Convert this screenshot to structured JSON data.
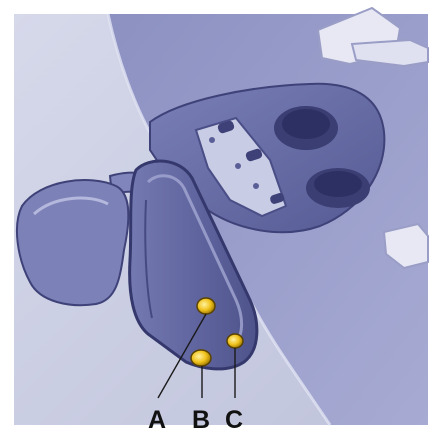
{
  "colors": {
    "background": "#ffffff",
    "windshield": "#c7cbe0",
    "pillar": "#8a8fbf",
    "console": "#5f659e",
    "mirror": "#6f74ad",
    "highlight": "#d8dbf2",
    "indicator": "#f0c21c",
    "callout_line": "#1a1a1a"
  },
  "icons": [
    "mirror",
    "overhead-console",
    "sun-visor",
    "indicator-light"
  ],
  "callouts": {
    "a": "A",
    "b": "B",
    "c": "C"
  }
}
